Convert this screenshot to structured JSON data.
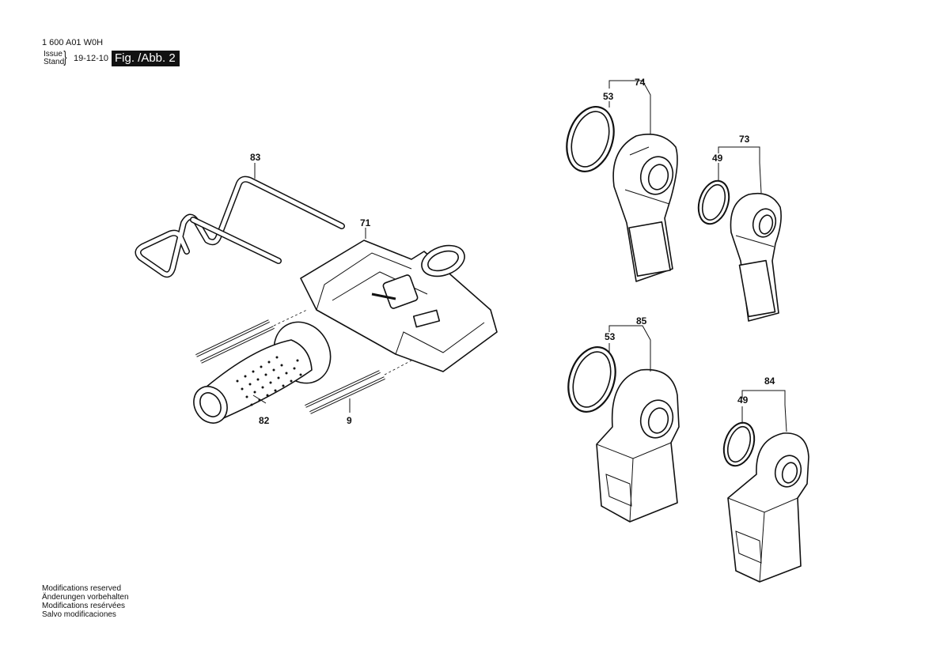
{
  "header": {
    "part_number": "1 600 A01 W0H",
    "issue_label": "Issue",
    "stand_label": "Stand",
    "date": "19-12-10",
    "figure": "Fig. /Abb. 2"
  },
  "callouts": {
    "p83": "83",
    "p71": "71",
    "p82": "82",
    "p9": "9",
    "p74": "74",
    "p53a": "53",
    "p73": "73",
    "p49a": "49",
    "p85": "85",
    "p53b": "53",
    "p84": "84",
    "p49b": "49"
  },
  "footer": {
    "line1": "Modifications reserved",
    "line2": "Änderungen vorbehalten",
    "line3": "Modifications resérvées",
    "line4": "Salvo modificaciones"
  },
  "colors": {
    "line": "#111111",
    "background": "#ffffff"
  }
}
